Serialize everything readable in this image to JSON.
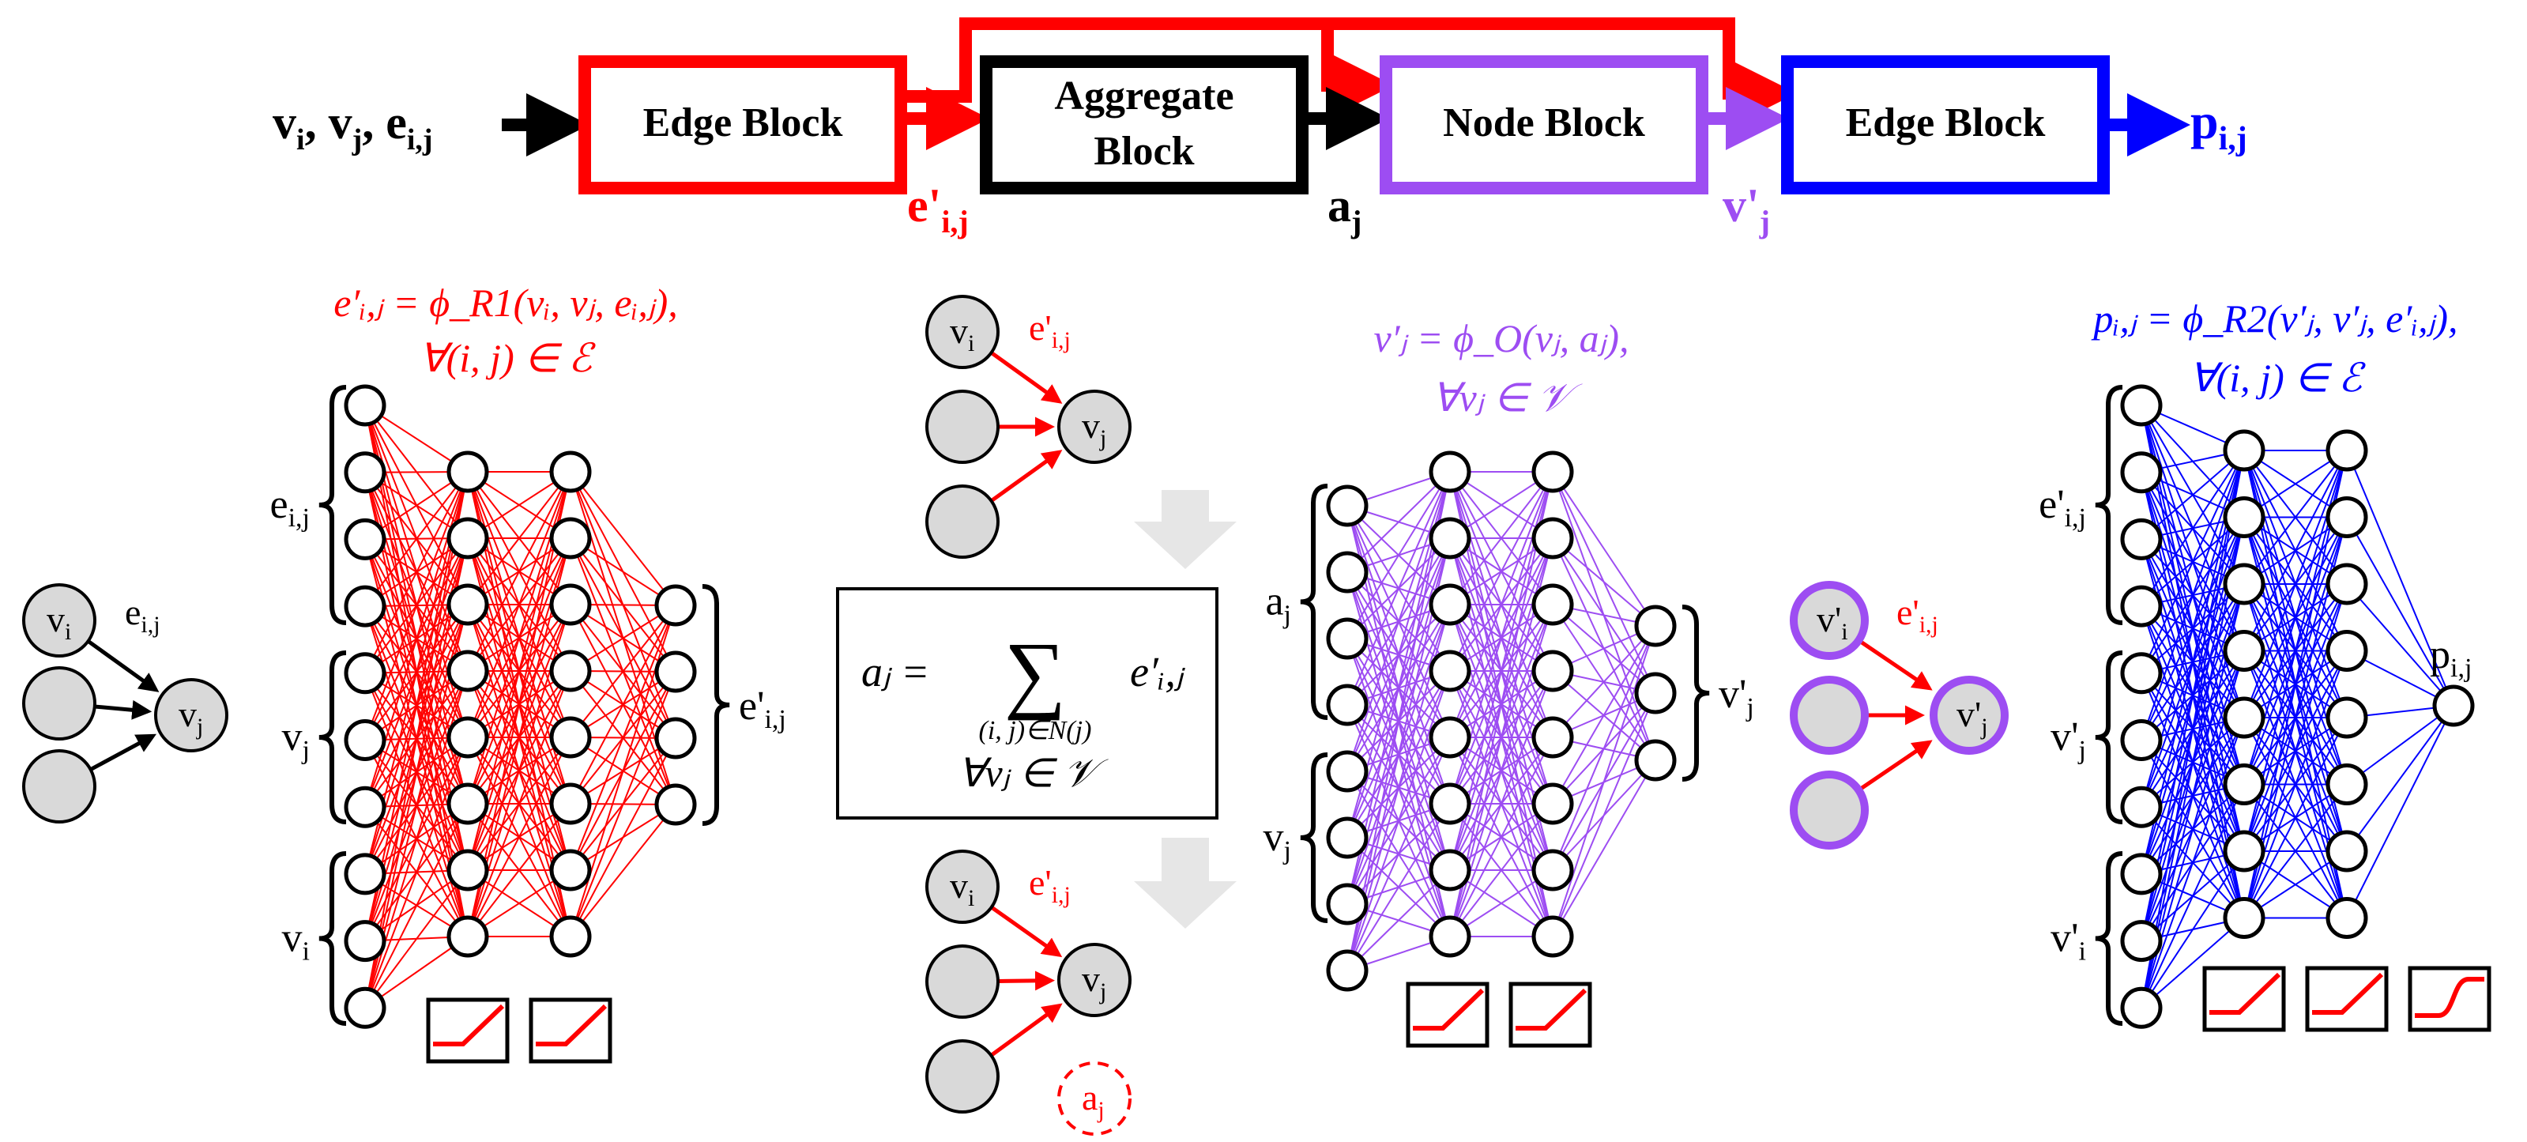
{
  "colors": {
    "red": "#ff0000",
    "purple": "#9d4df2",
    "blue": "#0000ff",
    "black": "#000000",
    "node_fill": "#d9d9d9",
    "light_arrow": "#e6e6e6"
  },
  "pipeline": {
    "input_label": {
      "v1": "v",
      "v1_sub": "i",
      "v2": "v",
      "v2_sub": "j",
      "e": "e",
      "e_sub": "i,j",
      "sep": ", "
    },
    "block_edge1": "Edge Block",
    "block_aggregate_line1": "Aggregate",
    "block_aggregate_line2": "Block",
    "block_node": "Node Block",
    "block_edge2": "Edge Block",
    "out_e": {
      "base": "e",
      "prime": "'",
      "sub": "i,j"
    },
    "out_a": {
      "base": "a",
      "sub": "j"
    },
    "out_v": {
      "base": "v",
      "prime": "'",
      "sub": "j"
    },
    "out_p": {
      "base": "p",
      "sub": "i,j"
    }
  },
  "equations": {
    "edge1_line1": "e′ᵢ,ⱼ = ϕ_R1(vᵢ, vⱼ, eᵢ,ⱼ),",
    "edge1_line2": "∀(i, j) ∈ ℰ",
    "node_line1": "v′ⱼ = ϕ_O(vⱼ, aⱼ),",
    "node_line2": "∀vⱼ ∈ 𝒱",
    "edge2_line1": "pᵢ,ⱼ = ϕ_R2(v′ⱼ, v′ⱼ, e′ᵢ,ⱼ),",
    "edge2_line2": "∀(i, j) ∈ ℰ",
    "agg_lhs": "aⱼ =",
    "agg_sigma": "∑",
    "agg_term": "e′ᵢ,ⱼ",
    "agg_under": "(i, j)∈N(j)",
    "agg_line2": "∀vⱼ ∈ 𝒱"
  },
  "graphs": {
    "g1": {
      "node_i": "vi",
      "node_j": "vj",
      "edge": "ei,j"
    },
    "g2": {
      "node_i": "vi",
      "node_j": "vj",
      "edge": "e'i,j"
    },
    "g3": {
      "node_i": "vi",
      "node_j": "vj",
      "edge": "e'i,j",
      "agg": "aj"
    },
    "g4": {
      "node_i": "v'i",
      "node_j": "v'j",
      "edge": "e'i,j"
    }
  },
  "networks": {
    "edge1": {
      "in_e": "ei,j",
      "in_vj": "vj",
      "in_vi": "vi",
      "out": "e'i,j",
      "activations": [
        "relu",
        "relu"
      ]
    },
    "node": {
      "in_a": "aj",
      "in_v": "vj",
      "out": "v'j",
      "activations": [
        "relu",
        "relu"
      ]
    },
    "edge2": {
      "in_e": "e'i,j",
      "in_vj": "v'j",
      "in_vi": "v'i",
      "out": "pi,j",
      "activations": [
        "relu",
        "relu",
        "sigmoid"
      ]
    }
  }
}
